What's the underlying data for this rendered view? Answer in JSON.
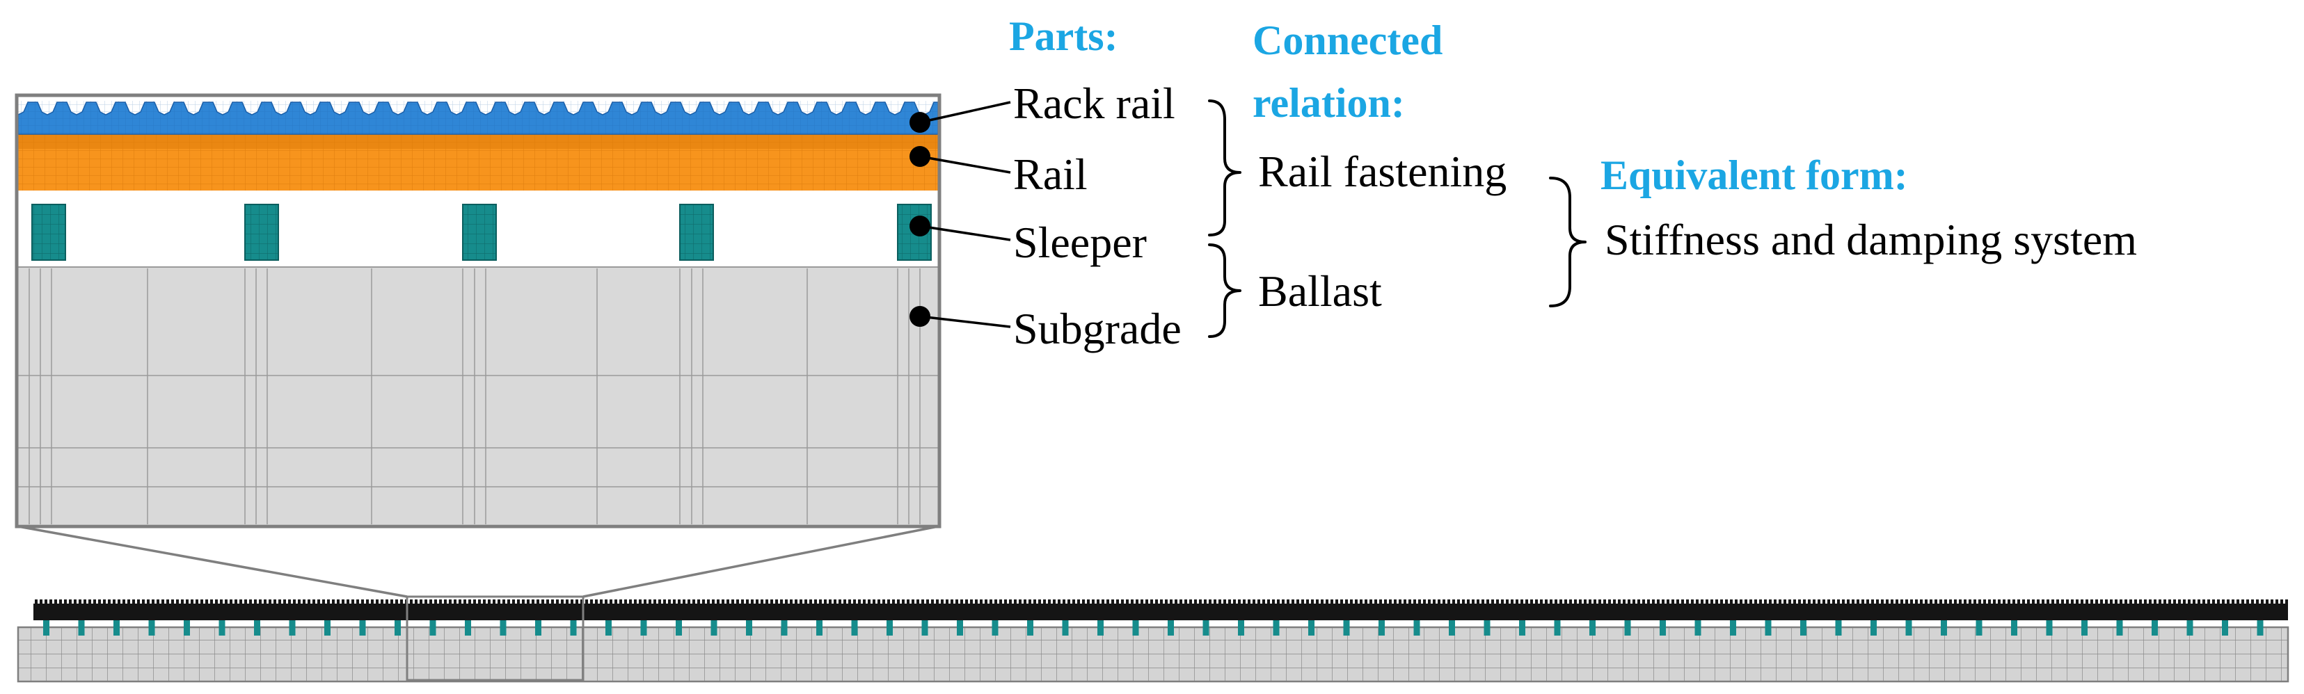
{
  "headers": {
    "parts": "Parts:",
    "connected_line1": "Connected",
    "connected_line2": "relation:",
    "equivalent": "Equivalent form:"
  },
  "parts": {
    "rack_rail": "Rack rail",
    "rail": "Rail",
    "sleeper": "Sleeper",
    "subgrade": "Subgrade"
  },
  "relations": {
    "rail_fastening": "Rail fastening",
    "ballast": "Ballast"
  },
  "equivalent": {
    "system": "Stiffness and damping system"
  },
  "colors": {
    "header": "#1BA6E3",
    "rack_rail": "#2F86D6",
    "rail": "#F7941D",
    "sleeper": "#168C8C",
    "subgrade": "#D9D9D9",
    "outline": "#7F7F7F"
  }
}
